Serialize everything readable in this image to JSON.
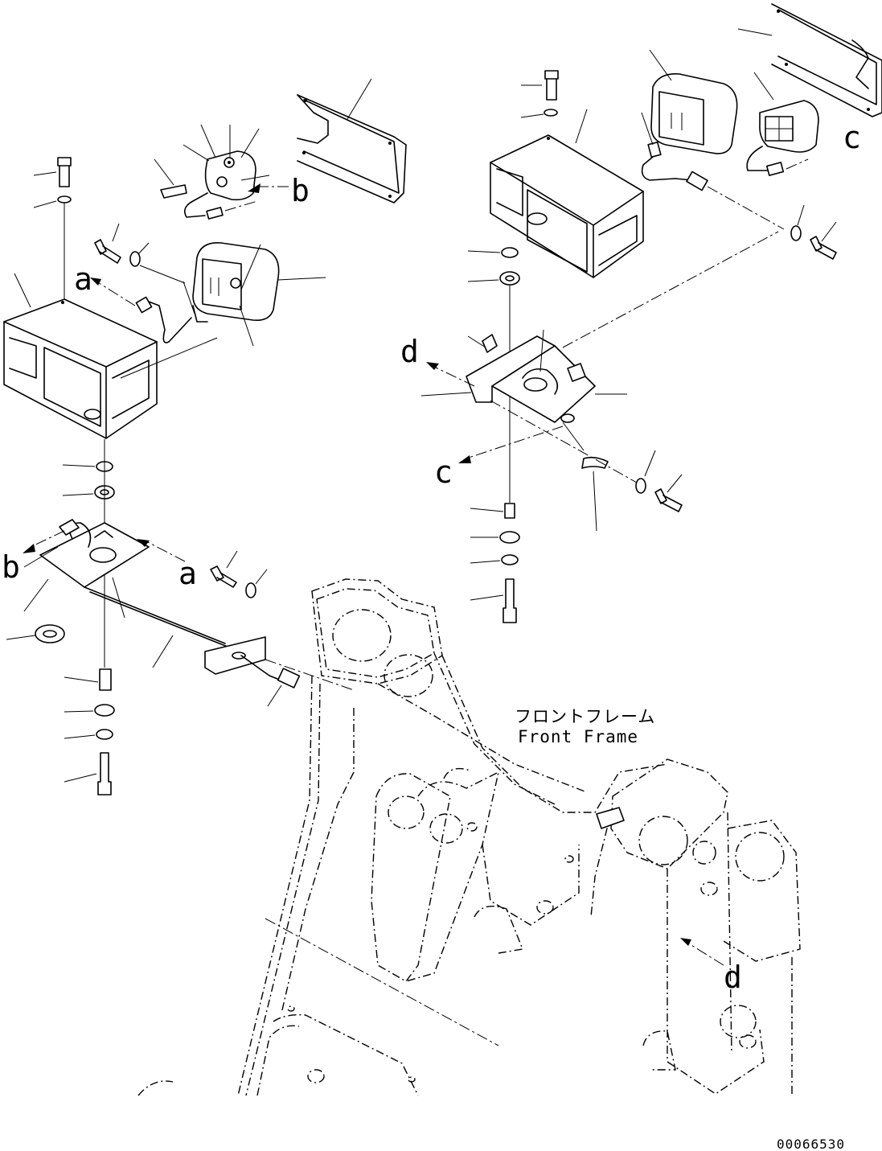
{
  "callouts": {
    "a_upper": "a",
    "a_lower": "a",
    "b_upper": "b",
    "b_lower": "b",
    "c_upper": "c",
    "c_lower": "c",
    "d_upper": "d",
    "d_lower": "d"
  },
  "frame_label": {
    "japanese": "フロントフレーム",
    "english": "Front Frame"
  },
  "drawing_number": "00066530"
}
